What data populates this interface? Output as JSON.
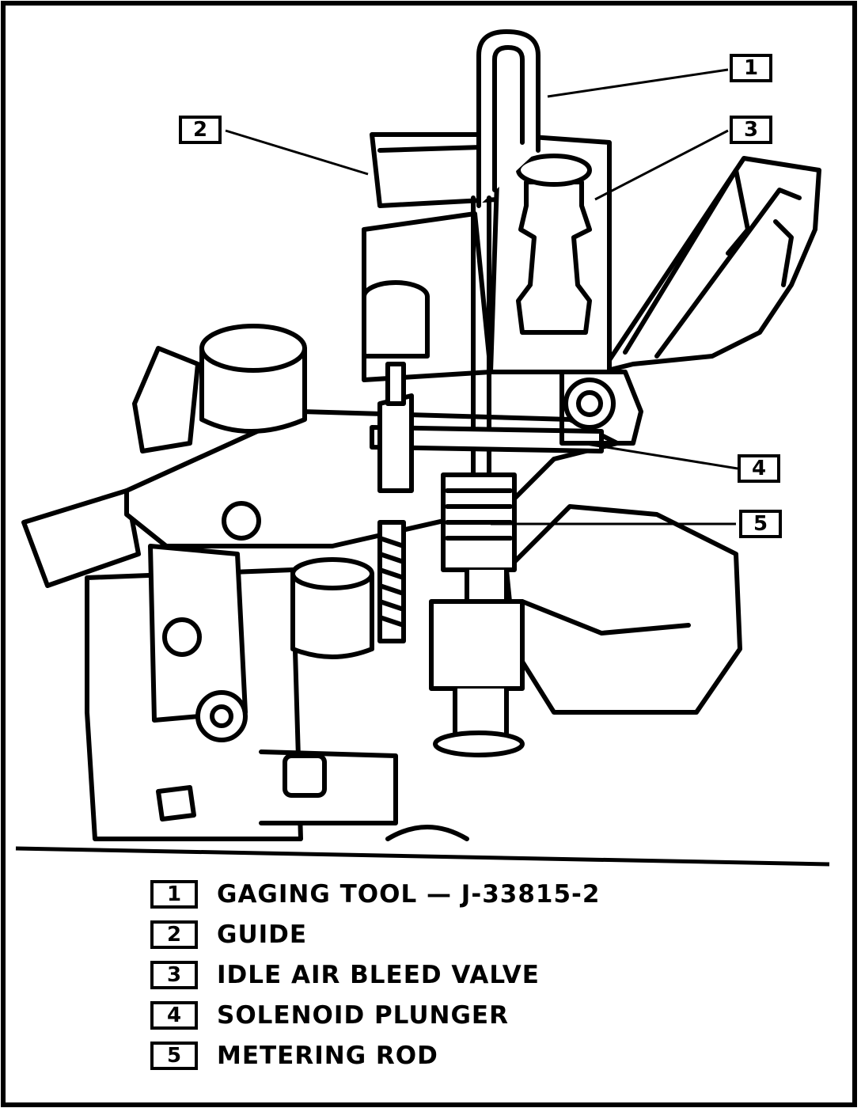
{
  "callouts": [
    "1",
    "2",
    "3",
    "4",
    "5"
  ],
  "legend": [
    {
      "num": "1",
      "text": "GAGING TOOL — J-33815-2"
    },
    {
      "num": "2",
      "text": "GUIDE"
    },
    {
      "num": "3",
      "text": "IDLE AIR BLEED VALVE"
    },
    {
      "num": "4",
      "text": "SOLENOID PLUNGER"
    },
    {
      "num": "5",
      "text": "METERING ROD"
    }
  ]
}
